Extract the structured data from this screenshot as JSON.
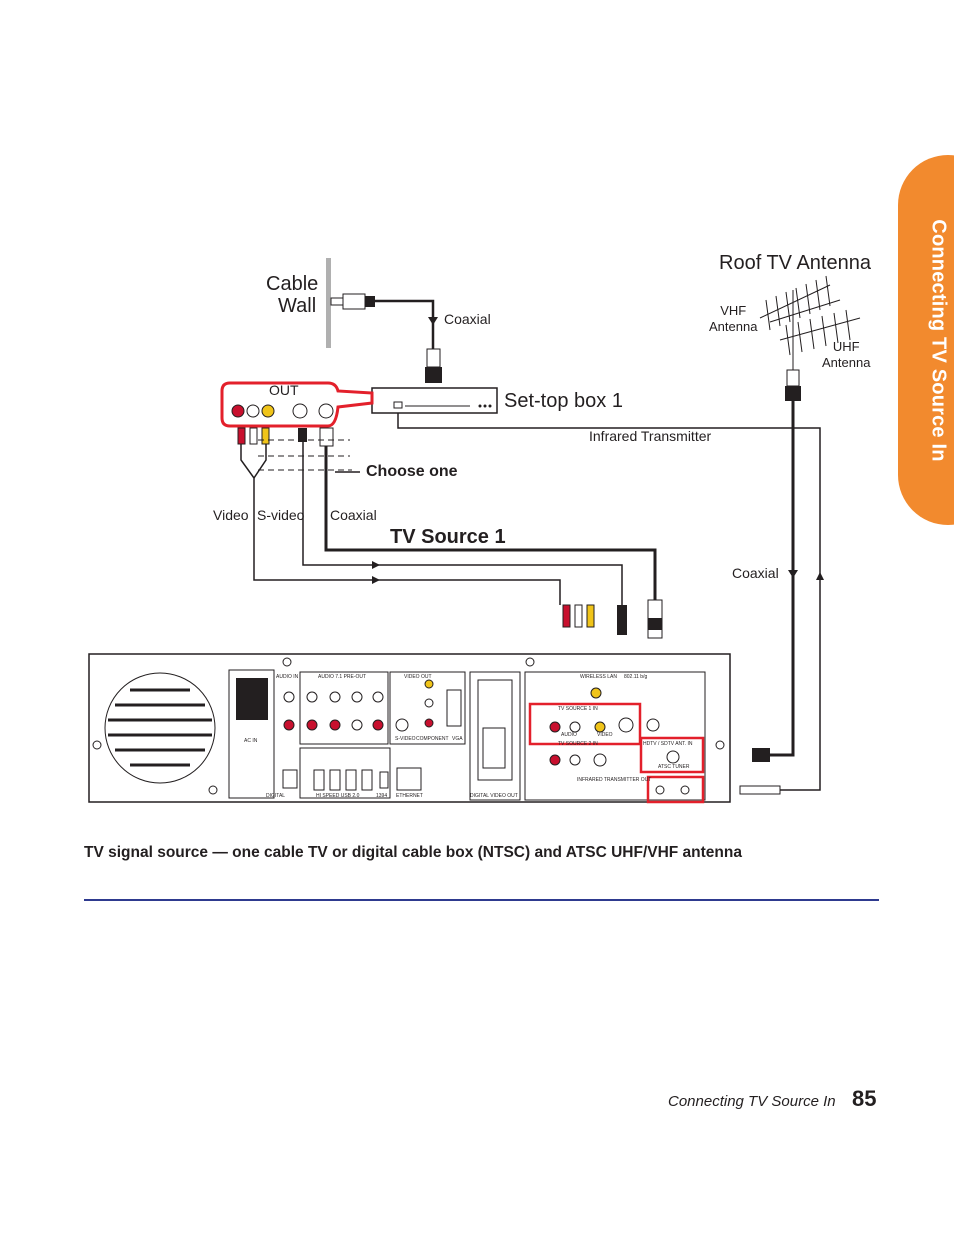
{
  "side_tab": {
    "label": "Connecting TV Source In"
  },
  "diagram": {
    "cable_wall": "Cable\nWall",
    "cable_wall_line1": "Cable",
    "cable_wall_line2": "Wall",
    "roof_antenna": "Roof TV Antenna",
    "vhf_antenna": "VHF\nAntenna",
    "vhf_line1": "VHF",
    "vhf_line2": "Antenna",
    "uhf_antenna": "UHF\nAntenna",
    "uhf_line1": "UHF",
    "uhf_line2": "Antenna",
    "coaxial_top": "Coaxial",
    "set_top_box": "Set-top box 1",
    "out_label": "OUT",
    "infrared_transmitter": "Infrared Transmitter",
    "choose_one": "Choose one",
    "video": "Video",
    "s_video": "S-video",
    "coaxial_left": "Coaxial",
    "tv_source": "TV Source 1",
    "coaxial_right": "Coaxial",
    "panel": {
      "audio_in": "AUDIO IN",
      "audio_71": "AUDIO 7.1 PRE-OUT",
      "video_out": "VIDEO      OUT",
      "tv_source_1": "TV SOURCE 1 IN",
      "tv_source_2": "TV SOURCE 2 IN",
      "hdtv": "HDTV / SDTV ANT. IN",
      "ir_out": "INFRARED TRANSMITTER OUT",
      "wireless_lan": "WIRELESS LAN",
      "wifi": "802.11 b/g",
      "ac_in": "AC IN",
      "digital": "DIGITAL",
      "usb": "HI SPEED USB 2.0",
      "firewire": "1394",
      "ethernet": "ETHERNET",
      "dvi": "DIGITAL VIDEO OUT",
      "vga": "VGA",
      "svideo": "S-VIDEO",
      "component": "COMPONENT",
      "audio": "AUDIO",
      "video": "VIDEO",
      "atsc": "ATSC TUNER"
    }
  },
  "caption": "TV signal source — one cable TV or digital cable box (NTSC) and ATSC UHF/VHF antenna",
  "footer": {
    "section_title": "Connecting TV Source In",
    "page_number": "85"
  }
}
